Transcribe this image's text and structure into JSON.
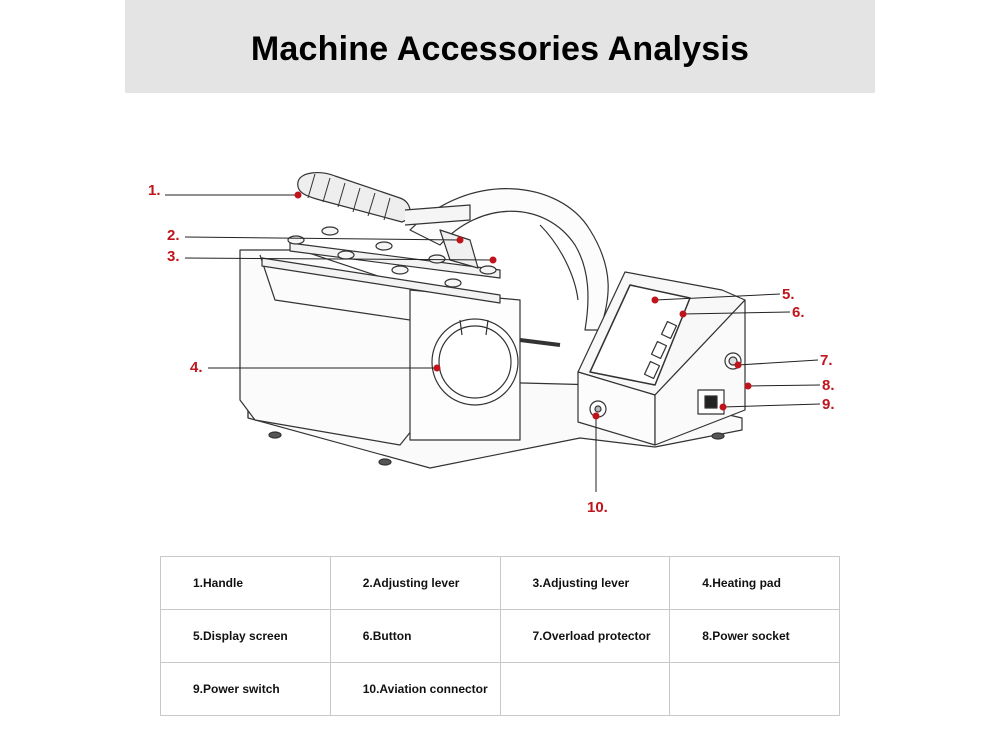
{
  "title": "Machine Accessories Analysis",
  "callouts": [
    "1.",
    "2.",
    "3.",
    "4.",
    "5.",
    "6.",
    "7.",
    "8.",
    "9.",
    "10."
  ],
  "colors": {
    "callout": "#c0141c",
    "title_band": "#e4e4e4",
    "line": "#333333"
  },
  "table": {
    "rows": [
      [
        "1.Handle",
        "2.Adjusting lever",
        "3.Adjusting lever",
        "4.Heating pad"
      ],
      [
        "5.Display screen",
        "6.Button",
        "7.Overload protector",
        "8.Power socket"
      ],
      [
        "9.Power switch",
        "10.Aviation connector",
        "",
        ""
      ]
    ]
  }
}
